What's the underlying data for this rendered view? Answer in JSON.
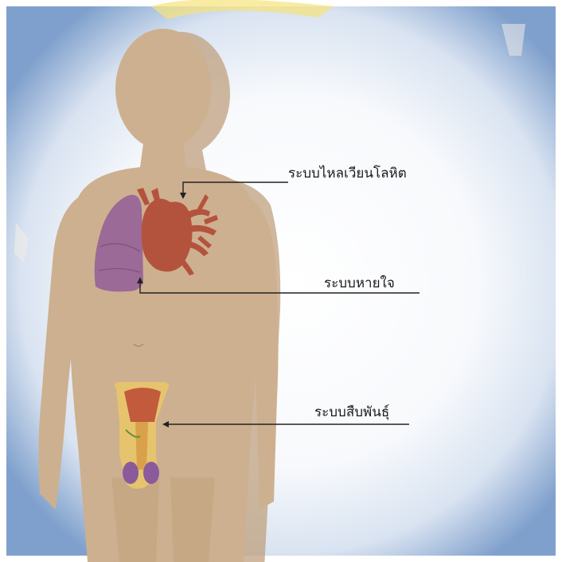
{
  "labels": {
    "circulatory": "ระบบไหลเวียนโลหิต",
    "respiratory": "ระบบหายใจ",
    "reproductive": "ระบบสืบพันธุ์"
  },
  "colors": {
    "background_edge": "#7fa0cc",
    "background_center": "#ffffff",
    "body": "#cdb08f",
    "body_shadow": "#b99b7a",
    "lung": "#9b6a96",
    "heart": "#b4533d",
    "reproductive_outer": "#e6c46e",
    "reproductive_inner": "#c25a3c",
    "testis": "#8a5a9a",
    "watermark": "#f3dc56"
  }
}
